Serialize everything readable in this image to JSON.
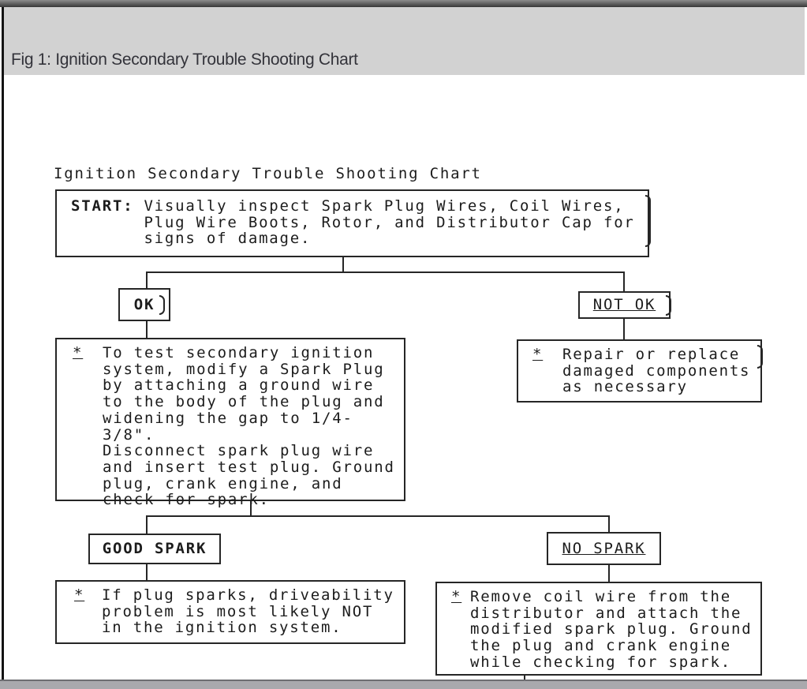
{
  "window": {
    "caption": "Fig 1: Ignition Secondary Trouble Shooting Chart"
  },
  "flowchart": {
    "title": "Ignition Secondary Trouble Shooting Chart",
    "bullet": "*",
    "start_label": "START:",
    "start_text": "Visually inspect Spark Plug Wires, Coil Wires,\nPlug Wire Boots, Rotor, and Distributor Cap for\nsigns of damage.",
    "ok_label": "OK",
    "not_ok_label": "NOT OK",
    "ok_action": "To test secondary ignition\nsystem, modify a Spark Plug\nby attaching a ground wire\nto the body of the plug and\nwidening the gap to 1/4-3/8\".\nDisconnect spark plug wire\nand insert test plug. Ground\nplug, crank engine, and\ncheck for spark.",
    "not_ok_action": "Repair or replace\ndamaged components\nas necessary",
    "good_spark_label": "GOOD SPARK",
    "no_spark_label": "NO SPARK",
    "good_spark_action": "If plug sparks, driveability\nproblem is most likely NOT\nin the ignition system.",
    "no_spark_action": "Remove coil wire from the\ndistributor and attach the\nmodified spark plug. Ground\nthe plug and crank engine\nwhile checking for spark."
  },
  "colors": {
    "caption_bg": "#d2d2d2",
    "caption_text": "#33333a",
    "line_color": "#262626",
    "text_color": "#1c1c1c",
    "topbar": "#3f3f3f",
    "scrollbar": "#a9a9ad"
  }
}
